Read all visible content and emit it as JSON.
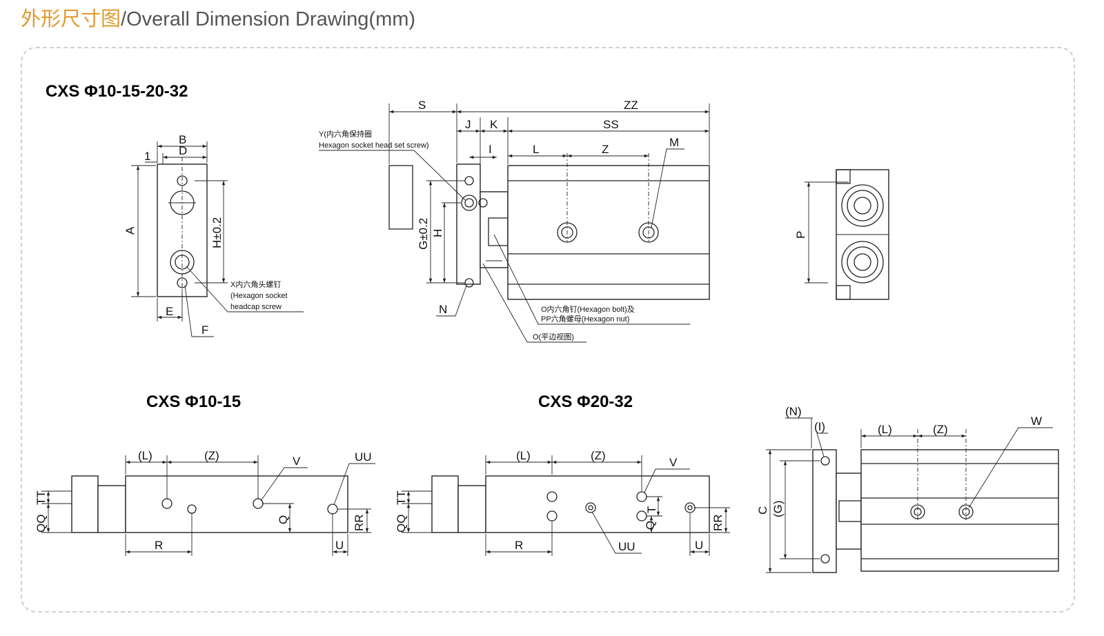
{
  "header": {
    "title_cn": "外形尺寸图",
    "title_en": "/Overall Dimension Drawing(mm)"
  },
  "titles": {
    "top": "CXS Φ10-15-20-32",
    "bottom_left": "CXS Φ10-15",
    "bottom_mid": "CXS Φ20-32"
  },
  "front": {
    "A": "A",
    "B": "B",
    "D": "D",
    "one": "1",
    "H": "H±0.2",
    "E": "E",
    "F": "F",
    "x1": "X内六角头螺钉",
    "x2": "(Hexagon socket",
    "x3": "headcap screw"
  },
  "side": {
    "S": "S",
    "ZZ": "ZZ",
    "J": "J",
    "K": "K",
    "SS": "SS",
    "I": "I",
    "L": "L",
    "Z": "Z",
    "M": "M",
    "G": "G±0.2",
    "H": "H",
    "N": "N",
    "y1": "Y(内六角保持圈",
    "y2": "Hexagon socket head set screw)",
    "o1": "O内六角钉(Hexagon bolt)及",
    "o2": "PP六角螺母(Hexagon nut)",
    "o3": "O(平边视图)"
  },
  "end": {
    "P": "P"
  },
  "b1": {
    "L": "(L)",
    "Z": "(Z)",
    "V": "V",
    "UU": "UU",
    "TT": "TT",
    "QQ": "QQ",
    "Q": "Q",
    "RR": "RR",
    "R": "R",
    "U": "U"
  },
  "b2": {
    "L": "(L)",
    "Z": "(Z)",
    "V": "V",
    "UU": "UU",
    "TT": "TT",
    "QQ": "QQ",
    "Q": "Q",
    "T": "T",
    "RR": "RR",
    "R": "R",
    "U": "U"
  },
  "b3": {
    "N": "(N)",
    "I": "(I)",
    "L": "(L)",
    "Z": "(Z)",
    "W": "W",
    "C": "C",
    "G": "(G)"
  }
}
